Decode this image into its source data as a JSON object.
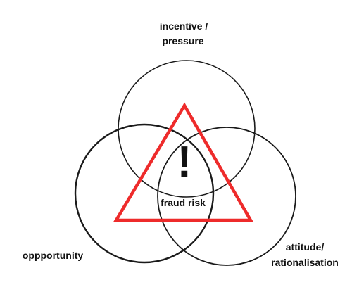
{
  "diagram": {
    "circles": {
      "incentive": {
        "label_line1": "incentive /",
        "label_line2": "pressure"
      },
      "opportunity": {
        "label": "oppportunity"
      },
      "attitude": {
        "label_line1": "attitude/",
        "label_line2": "rationalisation"
      }
    },
    "center_label": "fraud risk",
    "warning_symbol": "!",
    "colors": {
      "triangle": "#ee2b2b",
      "circle_stroke": "#1a1a1a",
      "text": "#111111"
    }
  }
}
